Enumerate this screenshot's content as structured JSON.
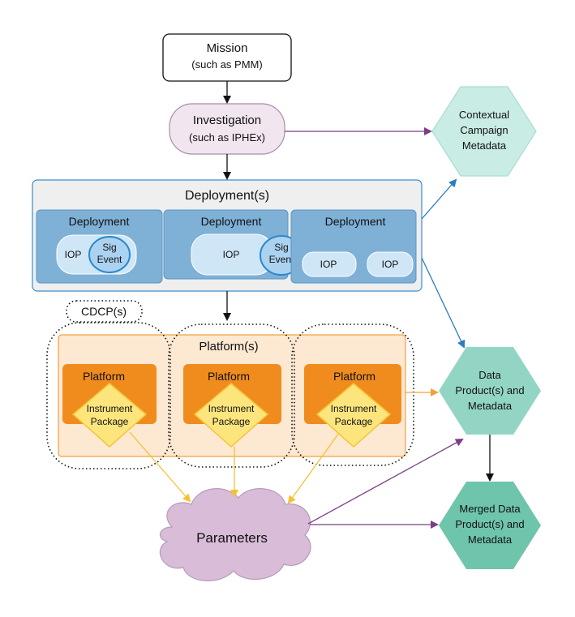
{
  "mission": {
    "title": "Mission",
    "subtitle": "(such as PMM)"
  },
  "investigation": {
    "title": "Investigation",
    "subtitle": "(such as IPHEx)"
  },
  "contextual": {
    "lines": [
      "Contextual",
      "Campaign",
      "Metadata"
    ]
  },
  "deployments": {
    "title": "Deployment(s)",
    "items": [
      {
        "title": "Deployment",
        "iop": "IOP",
        "sig_event": [
          "Sig",
          "Event"
        ]
      },
      {
        "title": "Deployment",
        "iop": "IOP",
        "sig_event": [
          "Sig",
          "Event"
        ]
      },
      {
        "title": "Deployment",
        "iops": [
          "IOP",
          "IOP"
        ]
      }
    ]
  },
  "cdcp": {
    "label": "CDCP(s)"
  },
  "platforms": {
    "title": "Platform(s)",
    "items": [
      {
        "title": "Platform",
        "package": [
          "Instrument",
          "Package"
        ]
      },
      {
        "title": "Platform",
        "package": [
          "Instrument",
          "Package"
        ]
      },
      {
        "title": "Platform",
        "package": [
          "Instrument",
          "Package"
        ]
      }
    ]
  },
  "data_product": {
    "lines": [
      "Data",
      "Product(s) and",
      "Metadata"
    ]
  },
  "merged": {
    "lines": [
      "Merged Data",
      "Product(s) and",
      "Metadata"
    ]
  },
  "parameters": {
    "label": "Parameters"
  },
  "colors": {
    "mission_fill": "#ffffff",
    "investigation_fill": "#f1e6f0",
    "investigation_stroke": "#a98ca8",
    "deployments_fill": "#efefef",
    "deployments_stroke": "#3b8ecb",
    "deployment_fill": "#7fb0d6",
    "deployment_stroke": "#5a96c6",
    "iop_fill": "#cfe6f7",
    "sig_event_fill": "#abd2f0",
    "sig_event_stroke": "#2b87cb",
    "platforms_fill": "#fde8d2",
    "platforms_stroke": "#f2a13c",
    "platform_fill": "#f08c1e",
    "package_fill": "#fde57d",
    "package_stroke": "#f3c437",
    "contextual_fill": "#c9ece4",
    "contextual_stroke": "#a7ddd1",
    "data_product_fill": "#93d5c4",
    "merged_fill": "#6fc4ac",
    "parameters_fill": "#d8bcd8",
    "parameters_stroke": "#b79ab7",
    "arrow_black": "#111111",
    "arrow_purple": "#7a3f86",
    "arrow_blue": "#2b7dc0",
    "arrow_orange": "#f2a13c",
    "arrow_yellow": "#f7c034"
  }
}
